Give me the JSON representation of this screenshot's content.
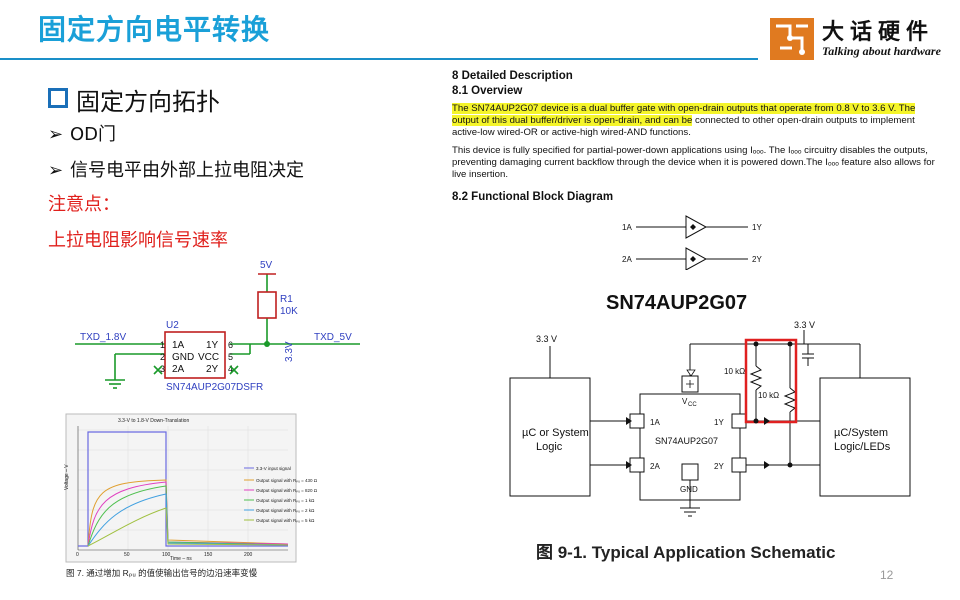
{
  "header": {
    "title": "固定方向电平转换",
    "logo_cn": "大话硬件",
    "logo_en": "Talking about hardware"
  },
  "left": {
    "section_title": "固定方向拓扑",
    "bullets": [
      "OD门",
      "信号电平由外部上拉电阻决定"
    ],
    "note_label": "注意点：",
    "note_text": "上拉电阻影响信号速率"
  },
  "schematic": {
    "vsupply": "5V",
    "resistor_ref": "R1",
    "resistor_val": "10K",
    "net_in": "TXD_1.8V",
    "net_out": "TXD_5V",
    "u_ref": "U2",
    "pin_1a": "1A",
    "pin_gnd": "GND",
    "pin_2a": "2A",
    "pin_1y": "1Y",
    "pin_vcc": "VCC",
    "pin_2y": "2Y",
    "pin_n1": "1",
    "pin_n2": "2",
    "pin_n3": "3",
    "pin_n4": "4",
    "pin_n5": "5",
    "pin_n6": "6",
    "vcc_net": "3.3V",
    "part": "SN74AUP2G07DSFR"
  },
  "waveform": {
    "title": "3.3-V to 1.8-V Down-Translation",
    "ylabel": "Voltage – V",
    "xlabel": "Time – ns",
    "xticks": [
      "0",
      "50",
      "100",
      "150",
      "200"
    ],
    "legend": [
      "3.3-V input signal",
      "Output signal with Rₚᵤ = 430 Ω",
      "Output signal with Rₚᵤ = 820 Ω",
      "Output signal with Rₚᵤ = 1 kΩ",
      "Output signal with Rₚᵤ = 2 kΩ",
      "Output signal with Rₚᵤ = 5 kΩ"
    ],
    "caption": "图 7.  通过增加 Rₚᵤ 的值使输出信号的边沿速率变慢",
    "colors": [
      "#6a6ae0",
      "#e0a030",
      "#e040c0",
      "#50c050",
      "#40a0e0",
      "#a0c040"
    ]
  },
  "doc": {
    "heading1": "8 Detailed Description",
    "heading2": "8.1 Overview",
    "para1_hl": "The SN74AUP2G07 device is a dual buffer gate with open-drain outputs that operate from 0.8 V to 3.6 V. The output of this dual buffer/driver is open-drain, and can be",
    "para1_rest": " connected to other open-drain outputs to implement active-low wired-OR or active-high wired-AND functions.",
    "para2": "This device is fully specified for partial-power-down applications using Iₒₒₒ. The Iₒₒₒ circuitry disables the outputs, preventing damaging current backflow through the device when it is powered down.The Iₒₒₒ feature also allows for live insertion.",
    "heading3": "8.2 Functional Block Diagram",
    "blk_in1": "1A",
    "blk_out1": "1Y",
    "blk_in2": "2A",
    "blk_out2": "2Y"
  },
  "chip_name": "SN74AUP2G07",
  "app": {
    "v_left": "3.3 V",
    "v_right": "3.3 V",
    "left_block": [
      "µC or System",
      "Logic"
    ],
    "right_block": [
      "µC/System",
      "Logic/LEDs"
    ],
    "chip": "SN74AUP2G07",
    "vcc": "V",
    "vcc_sub": "CC",
    "gnd": "GND",
    "p1a": "1A",
    "p2a": "2A",
    "p1y": "1Y",
    "p2y": "2Y",
    "r1": "10 kΩ",
    "r2": "10 kΩ"
  },
  "caption": "图 9-1. Typical Application Schematic",
  "page_number": "12"
}
